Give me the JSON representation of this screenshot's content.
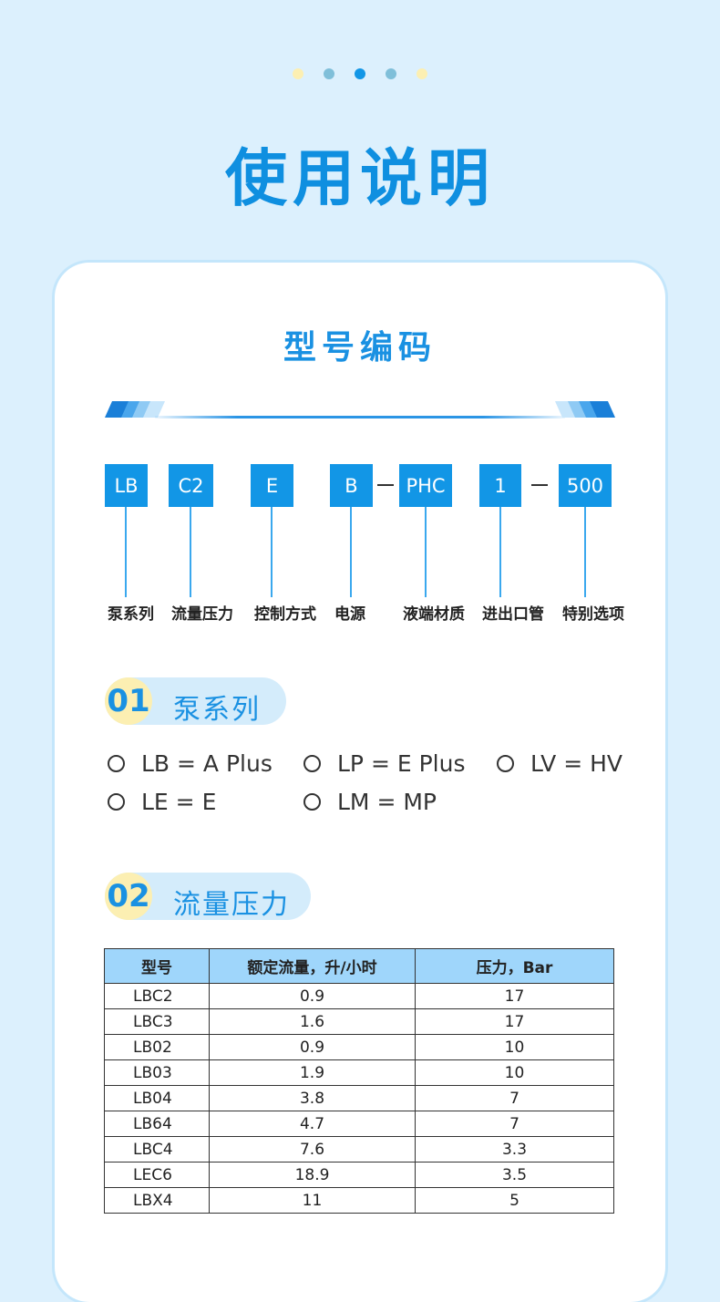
{
  "page": {
    "title": "使用说明"
  },
  "dots": {
    "colors": [
      "#fcefb2",
      "#7fbfd9",
      "#1296e6",
      "#7fbfd9",
      "#fcefb2"
    ]
  },
  "card": {
    "title": "型号编码",
    "code": {
      "segments": [
        {
          "code": "LB",
          "label": "泵系列"
        },
        {
          "code": "C2",
          "label": "流量压力"
        },
        {
          "code": "E",
          "label": "控制方式"
        },
        {
          "code": "B",
          "label": "电源"
        },
        {
          "code": "PHC",
          "label": "液端材质"
        },
        {
          "code": "1",
          "label": "进出口管"
        },
        {
          "code": "500",
          "label": "特别选项"
        }
      ]
    },
    "section1": {
      "number": "01",
      "name": "泵系列",
      "options": [
        "LB = A Plus",
        "LP = E Plus",
        "LV = HV",
        "LE = E",
        "LM = MP"
      ]
    },
    "section2": {
      "number": "02",
      "name": "流量压力",
      "table": {
        "headers": [
          "型号",
          "额定流量，升/小时",
          "压力，Bar"
        ],
        "rows": [
          [
            "LBC2",
            "0.9",
            "17"
          ],
          [
            "LBC3",
            "1.6",
            "17"
          ],
          [
            "LB02",
            "0.9",
            "10"
          ],
          [
            "LB03",
            "1.9",
            "10"
          ],
          [
            "LB04",
            "3.8",
            "7"
          ],
          [
            "LB64",
            "4.7",
            "7"
          ],
          [
            "LBC4",
            "7.6",
            "3.3"
          ],
          [
            "LEC6",
            "18.9",
            "3.5"
          ],
          [
            "LBX4",
            "11",
            "5"
          ]
        ]
      }
    }
  },
  "colors": {
    "accent": "#1296e6",
    "pill_bg": "#d4ecfb",
    "badge_bg": "#fcefb2",
    "table_header_bg": "#9fd6fb",
    "page_bg": "#dcf0fd"
  }
}
